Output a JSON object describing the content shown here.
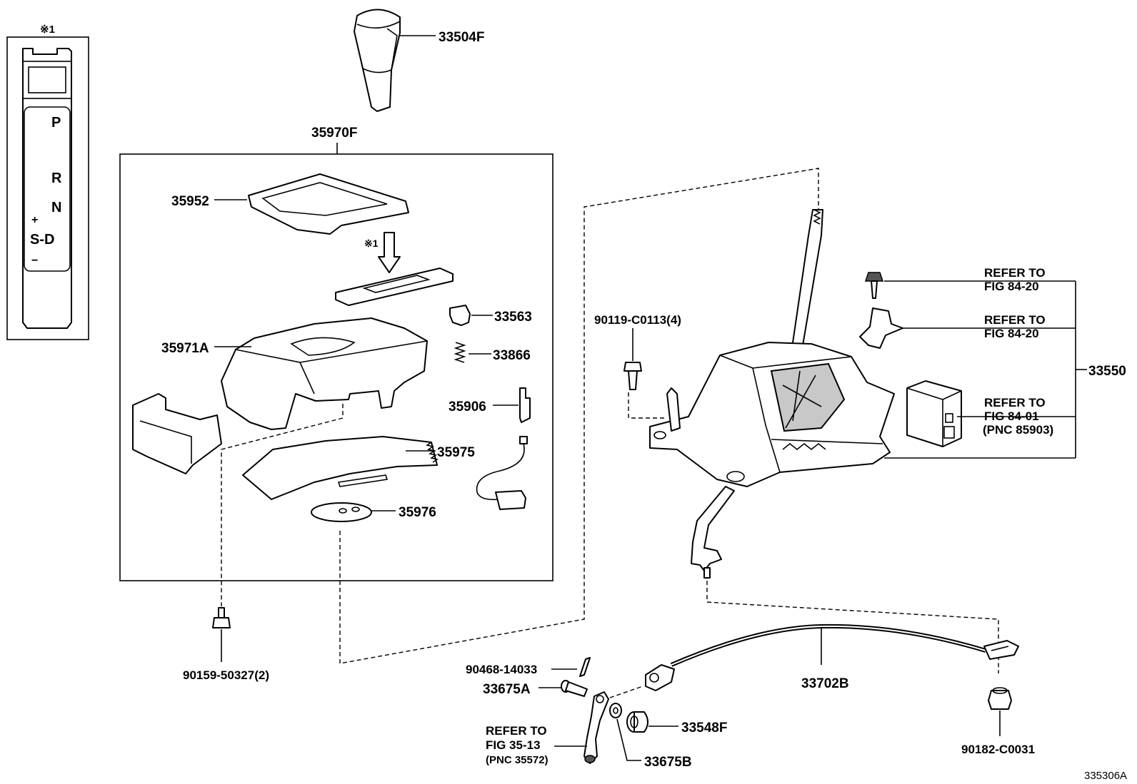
{
  "labels": {
    "knob": "33504F",
    "assy_box": "35970F",
    "p35952": "35952",
    "p35971A": "35971A",
    "p33563": "33563",
    "p33866": "33866",
    "p35906": "35906",
    "p35975": "35975",
    "p35976": "35976",
    "p33550": "33550",
    "bolt_shifter": "90119-C0113(4)",
    "bolt_lower": "90159-50327(2)",
    "cable": "33702B",
    "clip": "90468-14033",
    "pin": "33675A",
    "bushing": "33548F",
    "washer": "33675B",
    "nut": "90182-C0031",
    "note_mark_top": "※1",
    "note_mark_arrow": "※1",
    "figure_id": "335306A"
  },
  "refs": {
    "r1_a": "REFER TO",
    "r1_b": "FIG 84-20",
    "r2_a": "REFER TO",
    "r2_b": "FIG 84-20",
    "r3_a": "REFER TO",
    "r3_b": "FIG 84-01",
    "r3_c": "(PNC 85903)",
    "r4_a": "REFER TO",
    "r4_b": "FIG 35-13",
    "r4_c": "(PNC 35572)"
  },
  "indicator": {
    "p": "P",
    "r": "R",
    "n": "N",
    "plus": "+",
    "sd": "S-D",
    "minus": "−"
  }
}
